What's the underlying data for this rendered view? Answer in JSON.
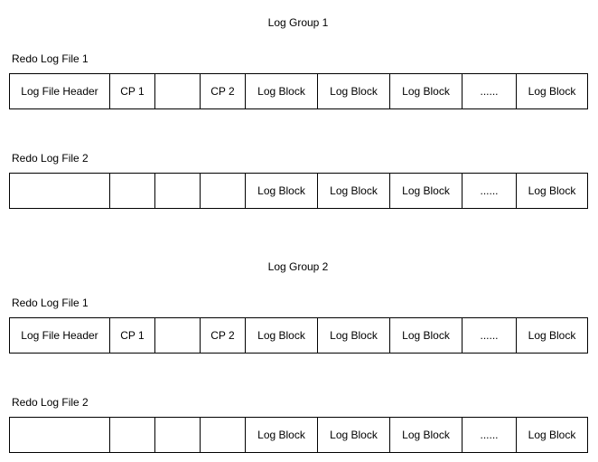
{
  "groups": [
    {
      "title": "Log Group 1",
      "files": [
        {
          "label": "Redo Log File 1",
          "cells": [
            "Log File Header",
            "CP 1",
            "",
            "CP 2",
            "Log Block",
            "Log Block",
            "Log Block",
            "......",
            "Log Block"
          ]
        },
        {
          "label": "Redo Log File 2",
          "cells": [
            "",
            "",
            "",
            "",
            "Log Block",
            "Log Block",
            "Log Block",
            "......",
            "Log Block"
          ]
        }
      ]
    },
    {
      "title": "Log Group 2",
      "files": [
        {
          "label": "Redo Log File 1",
          "cells": [
            "Log File Header",
            "CP 1",
            "",
            "CP 2",
            "Log Block",
            "Log Block",
            "Log Block",
            "......",
            "Log Block"
          ]
        },
        {
          "label": "Redo Log File 2",
          "cells": [
            "",
            "",
            "",
            "",
            "Log Block",
            "Log Block",
            "Log Block",
            "......",
            "Log Block"
          ]
        }
      ]
    }
  ]
}
